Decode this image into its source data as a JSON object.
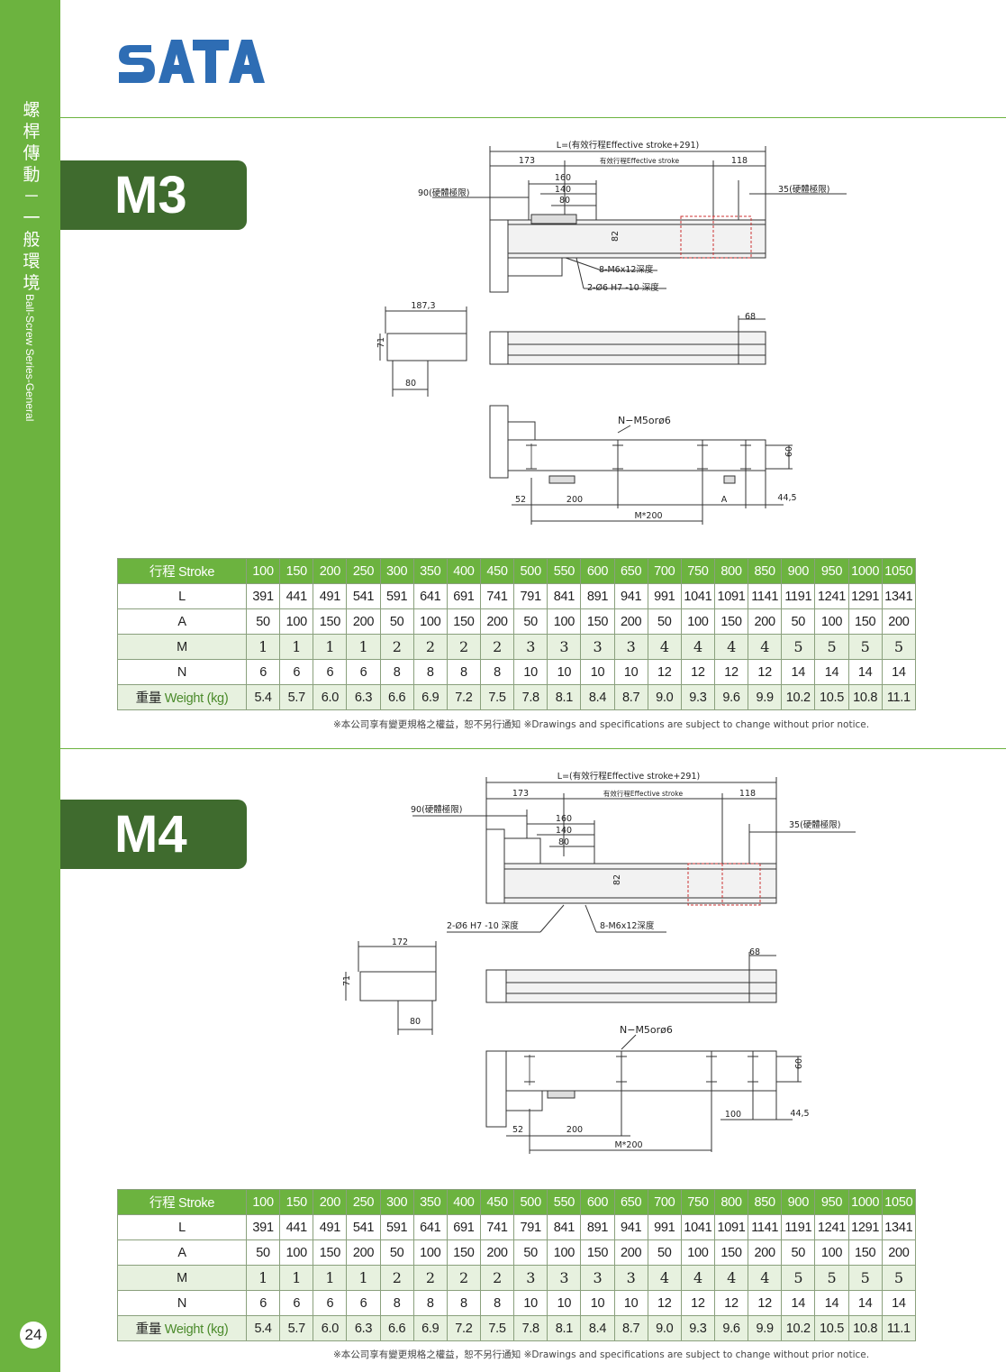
{
  "sidebar": {
    "chinese_title": "螺桿傳動－一般環境",
    "english_title": "Ball-Screw Series-General",
    "page_number": "24"
  },
  "brand": {
    "logo_text": "SATA",
    "logo_color": "#2e6db4"
  },
  "colors": {
    "green": "#6cb33f",
    "dark_green": "#3f6b2e"
  },
  "sections": [
    {
      "model": "M3",
      "drawing": {
        "overall_length": "L=(有效行程Effective stroke+291)",
        "dim_173": "173",
        "effective_stroke": "有效行程Effective stroke",
        "dim_118": "118",
        "dim_160": "160",
        "dim_140": "140",
        "dim_80_top": "80",
        "hard_limit_left": "90(硬體極限)",
        "hard_limit_right": "35(硬體極限)",
        "dim_82": "82",
        "tap_holes": "8-M6x12深度",
        "pin_holes": "2-Ø6 H7 -10 深度",
        "dim_width": "187,3",
        "dim_71": "71",
        "dim_80_side": "80",
        "dim_68": "68",
        "mount_holes": "N−M5orø6",
        "dim_60": "60",
        "dim_52": "52",
        "dim_200": "200",
        "dim_A": "A",
        "dim_445": "44,5",
        "dim_m200": "M*200"
      },
      "table": {
        "rows": [
          {
            "label_cn": "行程",
            "label_en": "Stroke",
            "values": [
              "100",
              "150",
              "200",
              "250",
              "300",
              "350",
              "400",
              "450",
              "500",
              "550",
              "600",
              "650",
              "700",
              "750",
              "800",
              "850",
              "900",
              "950",
              "1000",
              "1050"
            ]
          },
          {
            "label_cn": "",
            "label_en": "L",
            "values": [
              "391",
              "441",
              "491",
              "541",
              "591",
              "641",
              "691",
              "741",
              "791",
              "841",
              "891",
              "941",
              "991",
              "1041",
              "1091",
              "1141",
              "1191",
              "1241",
              "1291",
              "1341"
            ]
          },
          {
            "label_cn": "",
            "label_en": "A",
            "values": [
              "50",
              "100",
              "150",
              "200",
              "50",
              "100",
              "150",
              "200",
              "50",
              "100",
              "150",
              "200",
              "50",
              "100",
              "150",
              "200",
              "50",
              "100",
              "150",
              "200"
            ]
          },
          {
            "label_cn": "",
            "label_en": "M",
            "values": [
              "1",
              "1",
              "1",
              "1",
              "2",
              "2",
              "2",
              "2",
              "3",
              "3",
              "3",
              "3",
              "4",
              "4",
              "4",
              "4",
              "5",
              "5",
              "5",
              "5"
            ]
          },
          {
            "label_cn": "",
            "label_en": "N",
            "values": [
              "6",
              "6",
              "6",
              "6",
              "8",
              "8",
              "8",
              "8",
              "10",
              "10",
              "10",
              "10",
              "12",
              "12",
              "12",
              "12",
              "14",
              "14",
              "14",
              "14"
            ]
          },
          {
            "label_cn": "重量",
            "label_en": "Weight (kg)",
            "values": [
              "5.4",
              "5.7",
              "6.0",
              "6.3",
              "6.6",
              "6.9",
              "7.2",
              "7.5",
              "7.8",
              "8.1",
              "8.4",
              "8.7",
              "9.0",
              "9.3",
              "9.6",
              "9.9",
              "10.2",
              "10.5",
              "10.8",
              "11.1"
            ]
          }
        ],
        "note": "※本公司享有變更規格之權益，恕不另行通知 ※Drawings and specifications are subject to change without prior notice."
      }
    },
    {
      "model": "M4",
      "drawing": {
        "overall_length": "L=(有效行程Effective stroke+291)",
        "dim_173": "173",
        "effective_stroke": "有效行程Effective stroke",
        "dim_118": "118",
        "dim_160": "160",
        "dim_140": "140",
        "dim_80_top": "80",
        "hard_limit_left": "90(硬體極限)",
        "hard_limit_right": "35(硬體極限)",
        "dim_82": "82",
        "tap_holes": "8-M6x12深度",
        "pin_holes": "2-Ø6 H7 -10 深度",
        "dim_width": "172",
        "dim_71": "71",
        "dim_80_side": "80",
        "dim_68": "68",
        "mount_holes": "N−M5orø6",
        "dim_60": "60",
        "dim_52": "52",
        "dim_200": "200",
        "dim_100": "100",
        "dim_445": "44,5",
        "dim_m200": "M*200"
      },
      "table": {
        "rows": [
          {
            "label_cn": "行程",
            "label_en": "Stroke",
            "values": [
              "100",
              "150",
              "200",
              "250",
              "300",
              "350",
              "400",
              "450",
              "500",
              "550",
              "600",
              "650",
              "700",
              "750",
              "800",
              "850",
              "900",
              "950",
              "1000",
              "1050"
            ]
          },
          {
            "label_cn": "",
            "label_en": "L",
            "values": [
              "391",
              "441",
              "491",
              "541",
              "591",
              "641",
              "691",
              "741",
              "791",
              "841",
              "891",
              "941",
              "991",
              "1041",
              "1091",
              "1141",
              "1191",
              "1241",
              "1291",
              "1341"
            ]
          },
          {
            "label_cn": "",
            "label_en": "A",
            "values": [
              "50",
              "100",
              "150",
              "200",
              "50",
              "100",
              "150",
              "200",
              "50",
              "100",
              "150",
              "200",
              "50",
              "100",
              "150",
              "200",
              "50",
              "100",
              "150",
              "200"
            ]
          },
          {
            "label_cn": "",
            "label_en": "M",
            "values": [
              "1",
              "1",
              "1",
              "1",
              "2",
              "2",
              "2",
              "2",
              "3",
              "3",
              "3",
              "3",
              "4",
              "4",
              "4",
              "4",
              "5",
              "5",
              "5",
              "5"
            ]
          },
          {
            "label_cn": "",
            "label_en": "N",
            "values": [
              "6",
              "6",
              "6",
              "6",
              "8",
              "8",
              "8",
              "8",
              "10",
              "10",
              "10",
              "10",
              "12",
              "12",
              "12",
              "12",
              "14",
              "14",
              "14",
              "14"
            ]
          },
          {
            "label_cn": "重量",
            "label_en": "Weight (kg)",
            "values": [
              "5.4",
              "5.7",
              "6.0",
              "6.3",
              "6.6",
              "6.9",
              "7.2",
              "7.5",
              "7.8",
              "8.1",
              "8.4",
              "8.7",
              "9.0",
              "9.3",
              "9.6",
              "9.9",
              "10.2",
              "10.5",
              "10.8",
              "11.1"
            ]
          }
        ],
        "note": "※本公司享有變更規格之權益，恕不另行通知 ※Drawings and specifications are subject to change without prior notice."
      }
    }
  ]
}
